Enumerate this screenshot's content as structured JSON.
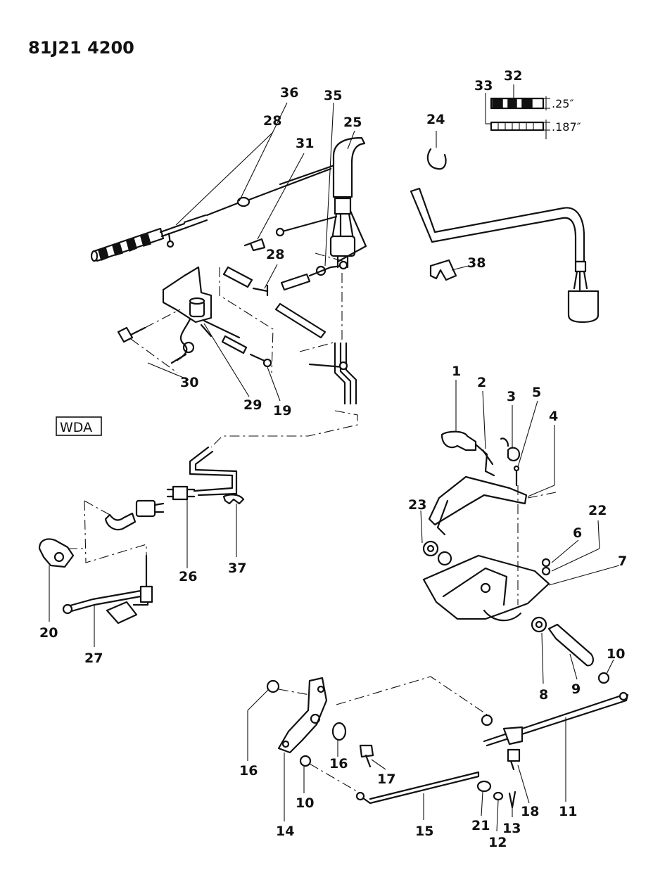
{
  "header": {
    "code": "81J21 4200"
  },
  "badge": {
    "label": "WDA"
  },
  "dimensions": {
    "wide": ".25″",
    "narrow": ".187″"
  },
  "callouts": {
    "c1": "1",
    "c2": "2",
    "c3": "3",
    "c4": "4",
    "c5": "5",
    "c6": "6",
    "c7": "7",
    "c8": "8",
    "c9": "9",
    "c10a": "10",
    "c10b": "10",
    "c11": "11",
    "c12": "12",
    "c13": "13",
    "c14": "14",
    "c15": "15",
    "c16a": "16",
    "c16b": "16",
    "c17": "17",
    "c18": "18",
    "c19": "19",
    "c20": "20",
    "c21": "21",
    "c22": "22",
    "c23": "23",
    "c24": "24",
    "c25": "25",
    "c26": "26",
    "c27": "27",
    "c28a": "28",
    "c28b": "28",
    "c29": "29",
    "c30": "30",
    "c31": "31",
    "c32": "32",
    "c33": "33",
    "c35": "35",
    "c36": "36",
    "c37": "37",
    "c38": "38"
  }
}
